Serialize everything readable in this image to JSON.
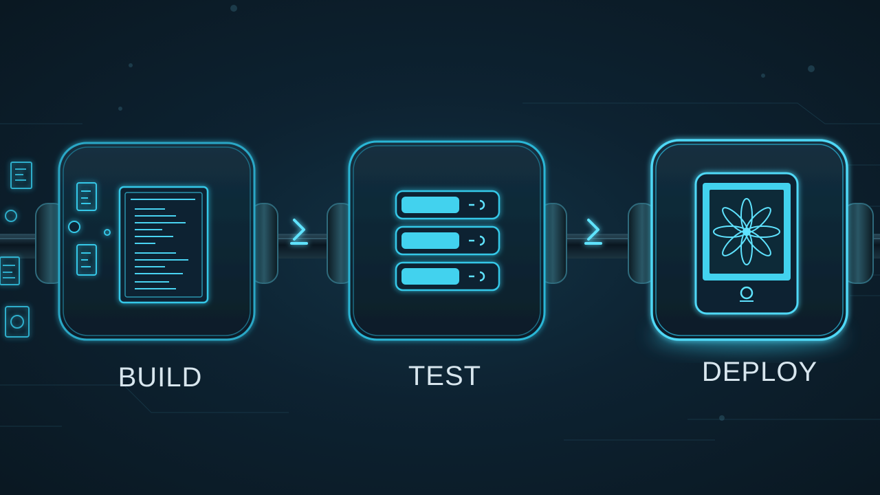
{
  "diagram": {
    "stages": [
      {
        "id": "build",
        "label": "BUILD",
        "icon": "code-document-icon"
      },
      {
        "id": "test",
        "label": "TEST",
        "icon": "server-stack-icon"
      },
      {
        "id": "deploy",
        "label": "DEPLOY",
        "icon": "tablet-device-icon"
      }
    ],
    "connectors": [
      {
        "from": "build",
        "to": "test",
        "icon": "chevron-right-icon"
      },
      {
        "from": "test",
        "to": "deploy",
        "icon": "chevron-right-icon"
      }
    ]
  },
  "colors": {
    "background": "#0b1b26",
    "accent": "#35c8e8",
    "accent_bright": "#5fe3ff",
    "panel": "#0f2734",
    "label": "#d8e6ee"
  }
}
